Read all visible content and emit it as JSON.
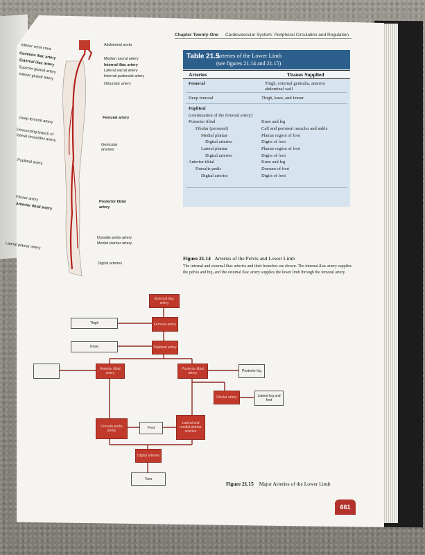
{
  "header": {
    "chapter": "Chapter Twenty-One",
    "title": "Cardiovascular System: Peripheral Circulation and Regulation"
  },
  "table": {
    "number": "Table 21.5",
    "title": "Arteries of the Lower Limb",
    "subtitle": "(see figures 21.14 and 21.15)",
    "col_arteries": "Arteries",
    "col_tissues": "Tissues Supplied",
    "rows": [
      {
        "artery": "Femoral",
        "tissue": "Thigh, external genitalia, anterior"
      },
      {
        "artery": "",
        "tissue": "abdominal wall"
      },
      {
        "artery": "Deep femoral",
        "tissue": "Thigh, knee, and femur"
      },
      {
        "artery": "Popliteal",
        "tissue": ""
      },
      {
        "artery": "(continuation of the femoral artery)",
        "tissue": ""
      },
      {
        "artery": "Posterior tibial",
        "tissue": "Knee and leg"
      },
      {
        "artery": "Fibular (peroneal)",
        "tissue": "Calf and peroneal muscles and ankle"
      },
      {
        "artery": "Medial plantar",
        "tissue": "Plantar region of foot"
      },
      {
        "artery": "Digital arteries",
        "tissue": "Digits of foot"
      },
      {
        "artery": "Lateral plantar",
        "tissue": "Plantar region of foot"
      },
      {
        "artery": "Digital arteries",
        "tissue": "Digits of foot"
      },
      {
        "artery": "Anterior tibial",
        "tissue": "Knee and leg"
      },
      {
        "artery": "Dorsalis pedis",
        "tissue": "Dorsum of foot"
      },
      {
        "artery": "Digital arteries",
        "tissue": "Digits of foot"
      }
    ]
  },
  "fig14": {
    "labels_right": [
      "Abdominal aorta",
      "Median sacral artery",
      "Internal iliac artery",
      "Lateral sacral artery",
      "Internal pudendal artery",
      "Obturator artery",
      "Femoral artery",
      "Genicular",
      "arteries",
      "Posterior tibial",
      "artery",
      "Dorsalis pedis artery",
      "Medial plantar artery",
      "Digital arteries"
    ],
    "labels_left": [
      "Inferior vena cava",
      "Common iliac artery",
      "External iliac artery",
      "Superior gluteal artery",
      "Inferior gluteal artery",
      "Deep femoral artery",
      "Descending branch of",
      "lateral circumflex artery",
      "Popliteal artery",
      "Fibular artery",
      "Anterior tibial artery",
      "Lateral plantar artery"
    ],
    "caption_number": "Figure 21.14",
    "caption_title": "Arteries of the Pelvis and Lower Limb",
    "caption_body": "The internal and external iliac arteries and their branches are shown. The internal iliac artery supplies the pelvis and hip, and the external iliac artery supplies the lower limb through the femoral artery."
  },
  "fig15": {
    "number": "Figure 21.15",
    "title": "Major Arteries of the Lower Limb",
    "ext_iliac": "External iliac artery",
    "femoral": "Femoral artery",
    "popliteal": "Popliteal artery",
    "ant_tibial": "Anterior tibial artery",
    "post_tibial": "Posterior tibial artery",
    "fibular": "Fibular artery",
    "dorsalis": "Dorsalis pedis artery",
    "plantar": "Lateral and medial plantar arteries",
    "digital": "Digital arteries",
    "thigh": "Thigh",
    "knee": "Knee",
    "post_leg": "Posterior leg",
    "lat_leg": "Lateral leg and foot",
    "foot": "Foot",
    "toes": "Toes"
  },
  "page_number": "661",
  "colors": {
    "artery": "#c0392b",
    "table_head": "#2d5f8c",
    "table_bg": "#d7e3ee"
  }
}
